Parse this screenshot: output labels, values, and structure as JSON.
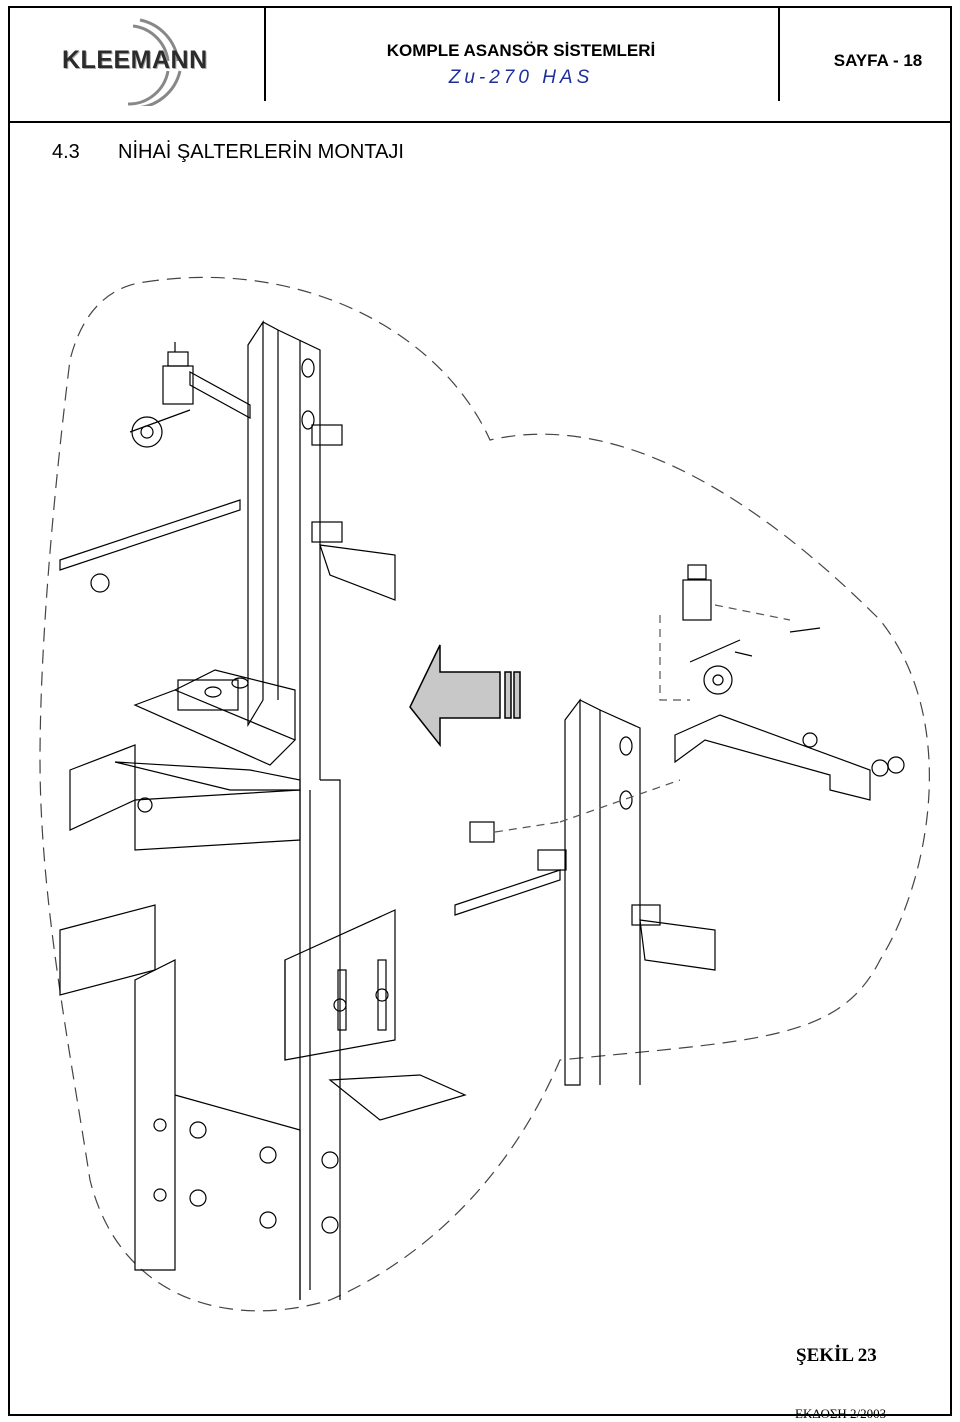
{
  "header": {
    "logo_text": "KLEEMANN",
    "title": "KOMPLE ASANSÖR SİSTEMLERİ",
    "subtitle": "Zu-270 HAS",
    "page": "SAYFA - 18"
  },
  "section": {
    "number": "4.3",
    "title": "NİHAİ ŞALTERLERİN MONTAJI"
  },
  "figure": {
    "caption": "ŞEKİL 23"
  },
  "footer": {
    "edition": "ΕΚΔΟΣΗ 2/2003"
  },
  "colors": {
    "subtitle": "#1e2f9a",
    "arrow_fill": "#c8c8c8",
    "line": "#000000"
  }
}
